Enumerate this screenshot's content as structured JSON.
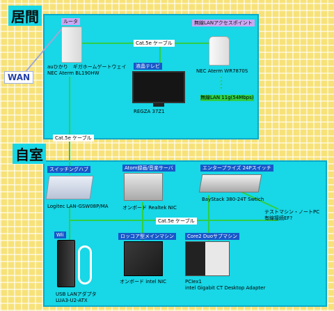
{
  "rooms": {
    "living": "居間",
    "private": "自室"
  },
  "wan": "WAN",
  "living": {
    "router_tag": "ルータ",
    "router_name_1": "auひかり　ギガホームゲートウェイ",
    "router_name_2": "NEC Aterm BL190HW",
    "cable_1": "Cat.5e ケーブル",
    "tv_tag": "液晶テレビ",
    "tv_name": "REGZA 37Z1",
    "ap_tag": "無線LANアクセスポイント",
    "ap_name": "NEC Aterm WR7870S",
    "wireless": "無線LAN 11g(54Mbps)"
  },
  "uplink_cable": "Cat.5e ケーブル",
  "private": {
    "hub_tag": "スイッチングハブ",
    "hub_name": "Logitec LAN-GSW08P/MA",
    "atom_tag": "Atom録画/音楽サーバ",
    "atom_name": "オンボード Realtek NIC",
    "ent_tag": "エンタープライズ 24Pスイッチ",
    "ent_name": "BayStack 380-24T Swtich",
    "test_name_1": "テストマシン・ノートPC",
    "test_name_2": "有線接続EF?",
    "cable_2": "Cat.5e ケーブル",
    "wii_tag": "Wii",
    "wii_name_1": "USB LANアダプタ",
    "wii_name_2": "LUA3-U2-ATX",
    "main_tag": "ロッコア型メインマシン",
    "main_name": "オンボード intel NIC",
    "core2_tag": "Core2 Duoサブマシン",
    "core2_name_1": "PCIex1",
    "core2_name_2": "intel Gigabit CT Desktop Adapter"
  }
}
